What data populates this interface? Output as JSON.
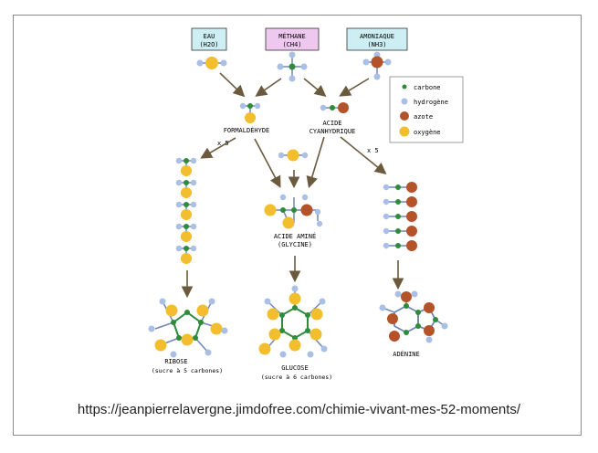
{
  "sources": [
    {
      "name": "EAU",
      "formula": "(H2O)",
      "fill": "#cdeef2"
    },
    {
      "name": "MÉTHANE",
      "formula": "(CH4)",
      "fill": "#eec8ee"
    },
    {
      "name": "AMONIAQUE",
      "formula": "(NH3)",
      "fill": "#cdeef2"
    }
  ],
  "intermediates": {
    "formaldehyde": "FORMALDÉHYDE",
    "acide_line1": "ACIDE",
    "acide_line2": "CYANHYDRIQUE",
    "mult_left": "x 5",
    "mult_right": "x 5"
  },
  "amino": {
    "line1": "ACIDE AMINÉ",
    "line2": "(GLYCINE)"
  },
  "products": {
    "ribose_name": "RIBOSE",
    "ribose_note": "(sucre à 5 carbones)",
    "glucose_name": "GLUCOSE",
    "glucose_note": "(sucre à 6 carbones)",
    "adenine_name": "ADÉNINE"
  },
  "legend": [
    {
      "label": "carbone",
      "color": "#2e8b3a"
    },
    {
      "label": "hydrogène",
      "color": "#a9bfe6"
    },
    {
      "label": "azote",
      "color": "#b4532a"
    },
    {
      "label": "oxygène",
      "color": "#f2be2e"
    }
  ],
  "colors": {
    "carbon": "#2e8b3a",
    "hydrogen": "#a9bfe6",
    "nitrogen": "#b4532a",
    "oxygen": "#f2be2e",
    "arrow": "#6b5a3e",
    "bond": "#6f87b8"
  },
  "source_url": "https://jeanpierrelavergne.jimdofree.com/chimie-vivant-mes-52-moments/"
}
